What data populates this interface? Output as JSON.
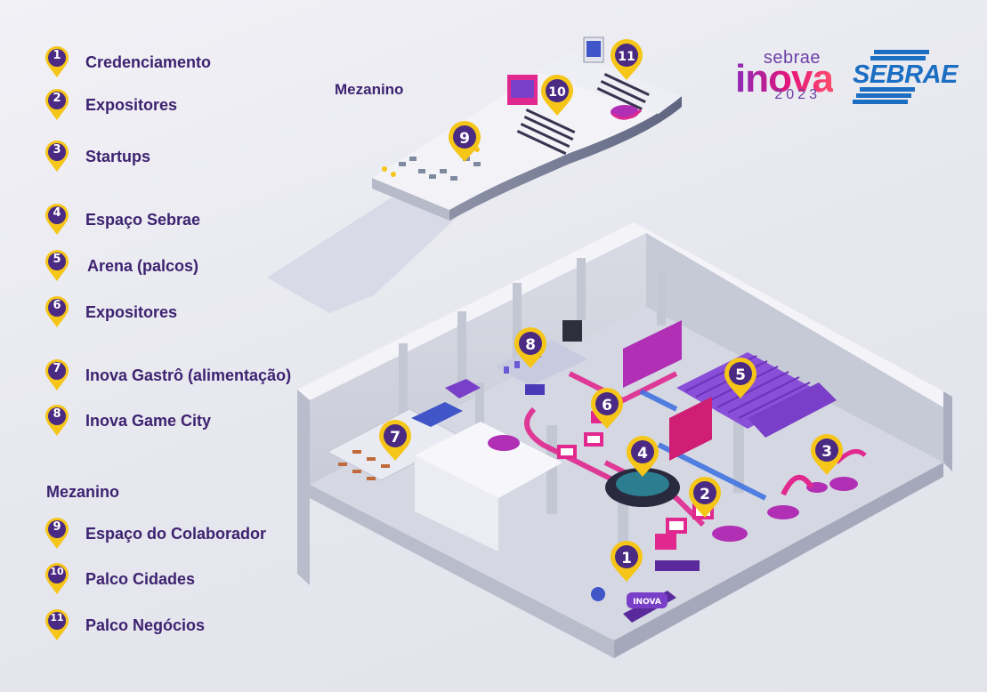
{
  "legend": {
    "items": [
      {
        "num": "1",
        "label": "Credenciamento"
      },
      {
        "num": "2",
        "label": "Expositores"
      },
      {
        "num": "3",
        "label": "Startups"
      },
      {
        "num": "4",
        "label": "Espaço Sebrae"
      },
      {
        "num": "5",
        "label": "Arena (palcos)"
      },
      {
        "num": "6",
        "label": "Expositores"
      },
      {
        "num": "7",
        "label": "Inova Gastrô (alimentação)"
      },
      {
        "num": "8",
        "label": "Inova Game City"
      }
    ],
    "mezanino_title": "Mezanino",
    "mezanino_items": [
      {
        "num": "9",
        "label": "Espaço do Colaborador"
      },
      {
        "num": "10",
        "label": "Palco Cidades"
      },
      {
        "num": "11",
        "label": "Palco Negócios"
      }
    ]
  },
  "map": {
    "mezanino_label": "Mezanino",
    "pins": [
      "1",
      "2",
      "3",
      "4",
      "5",
      "6",
      "7",
      "8",
      "9",
      "10",
      "11"
    ],
    "booth_sign": "INOVA"
  },
  "logos": {
    "inova_top": "sebrae",
    "inova_word": "inova",
    "inova_year": "2023",
    "sebrae": "SEBRAE"
  },
  "colors": {
    "pin_yellow": "#f5c518",
    "pin_purple": "#4a2a82",
    "legend_text": "#3d2270",
    "accent_pink": "#e0288f",
    "accent_purple": "#7a3fc8",
    "sebrae_blue": "#1b6ec2"
  }
}
